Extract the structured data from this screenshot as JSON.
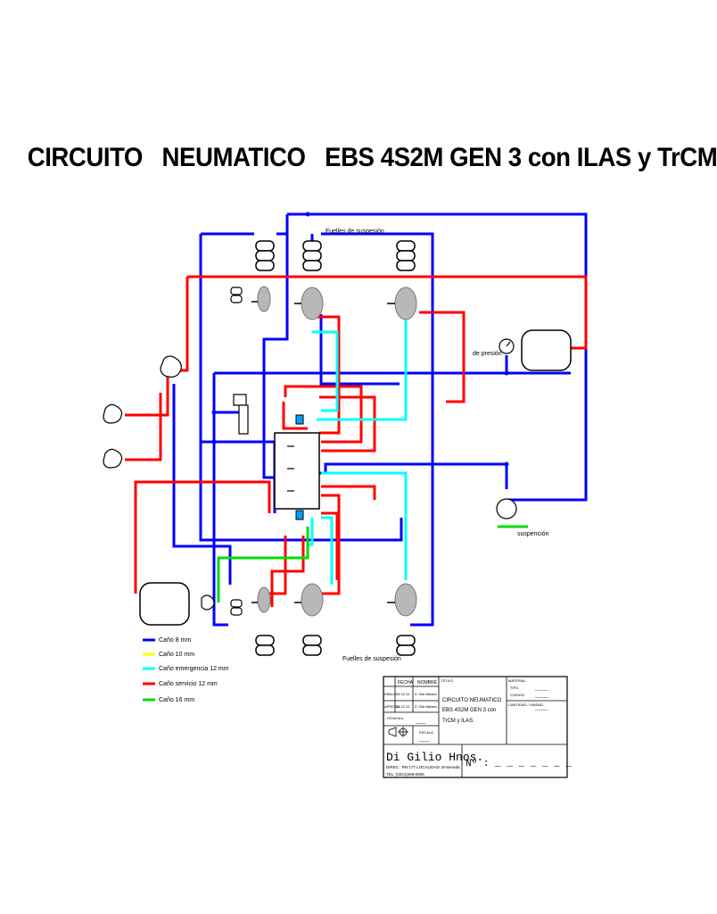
{
  "title": "CIRCUITO   NEUMATICO   EBS 4S2M GEN 3 con ILAS y TrCM",
  "labels": {
    "bellows_top": "Fuelles de suspesión",
    "bellows_bottom": "Fuelles de suspesión",
    "pressure": "de presión",
    "suspension": "suspención"
  },
  "legend": [
    {
      "label": "Caño 8 mm",
      "color": "#0000ff"
    },
    {
      "label": "Caño 10 mm",
      "color": "#ffff00"
    },
    {
      "label": "Caño emergencia 12 mm",
      "color": "#00ffff"
    },
    {
      "label": "Caño servicio 12 mm",
      "color": "#ff0000"
    },
    {
      "label": "Caño 16 mm",
      "color": "#00dd00"
    }
  ],
  "title_block": {
    "fecha": "FECHA",
    "nombre": "NOMBRE",
    "titulo": "TITULO",
    "material": "MATERIAL",
    "dibujo": "DIBUJO",
    "dibujo_fecha": "14-12-11",
    "dibujo_nombre": "D. Gilio Mariano",
    "aprobo": "APROBO",
    "aprobo_fecha": "14-12-11",
    "aprobo_nombre": "D. Gilio Mariano",
    "hoja": "HOJA Nro.",
    "hoja_val": "____",
    "escala": "ESCALA",
    "escala_val": "____",
    "tipo": "TIPO",
    "tipo_val": "---------",
    "codigo": "CODIGO",
    "codigo_val": "---------",
    "cantidad": "CANTIDAD / UNIDAD",
    "cantidad_val": "---------",
    "desc_line1": "CIRCUITO NEUMATICO",
    "desc_line2": "EBS 4S2M GEN 3 con",
    "desc_line3": "TrCM y ILAS.",
    "company": "Di Gilio Hnos.",
    "address": "DIREC.: RN 177  LOCALIDAD: Ensenada",
    "phone": "TEL: (0221)469-0505",
    "numero": "Nº : _ _ _ _ _ _ _"
  }
}
